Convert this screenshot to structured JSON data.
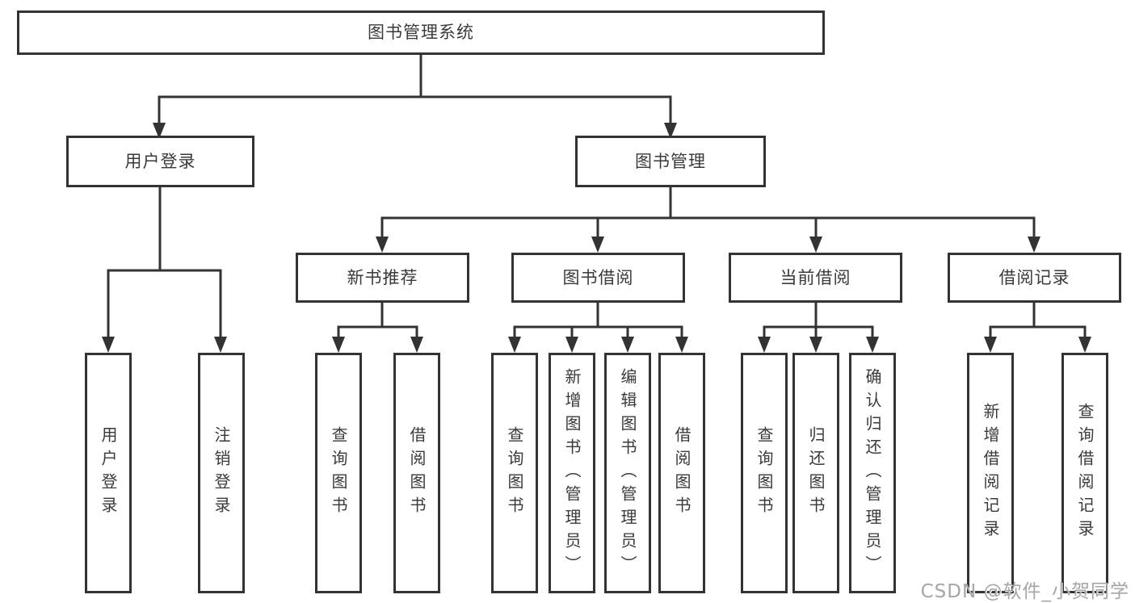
{
  "tree": {
    "root": {
      "label": "图书管理系统"
    },
    "branches": [
      {
        "label": "用户登录",
        "leaves": [
          {
            "label": "用户登录"
          },
          {
            "label": "注销登录"
          }
        ]
      },
      {
        "label": "图书管理",
        "groups": [
          {
            "label": "新书推荐",
            "leaves": [
              {
                "label": "查询图书"
              },
              {
                "label": "借阅图书"
              }
            ]
          },
          {
            "label": "图书借阅",
            "leaves": [
              {
                "label": "查询图书"
              },
              {
                "label": "新增图书（管理员）"
              },
              {
                "label": "编辑图书（管理员）"
              },
              {
                "label": "借阅图书"
              }
            ]
          },
          {
            "label": "当前借阅",
            "leaves": [
              {
                "label": "查询图书"
              },
              {
                "label": "归还图书"
              },
              {
                "label": "确认归还（管理员）"
              }
            ]
          },
          {
            "label": "借阅记录",
            "leaves": [
              {
                "label": "新增借阅记录"
              },
              {
                "label": "查询借阅记录"
              }
            ]
          }
        ]
      }
    ]
  },
  "watermark": {
    "text": "CSDN @软件_小贺同学"
  },
  "colors": {
    "line": "#333333",
    "text": "#3a3a3a",
    "watermark": "#a6a6a6",
    "background": "#ffffff"
  }
}
